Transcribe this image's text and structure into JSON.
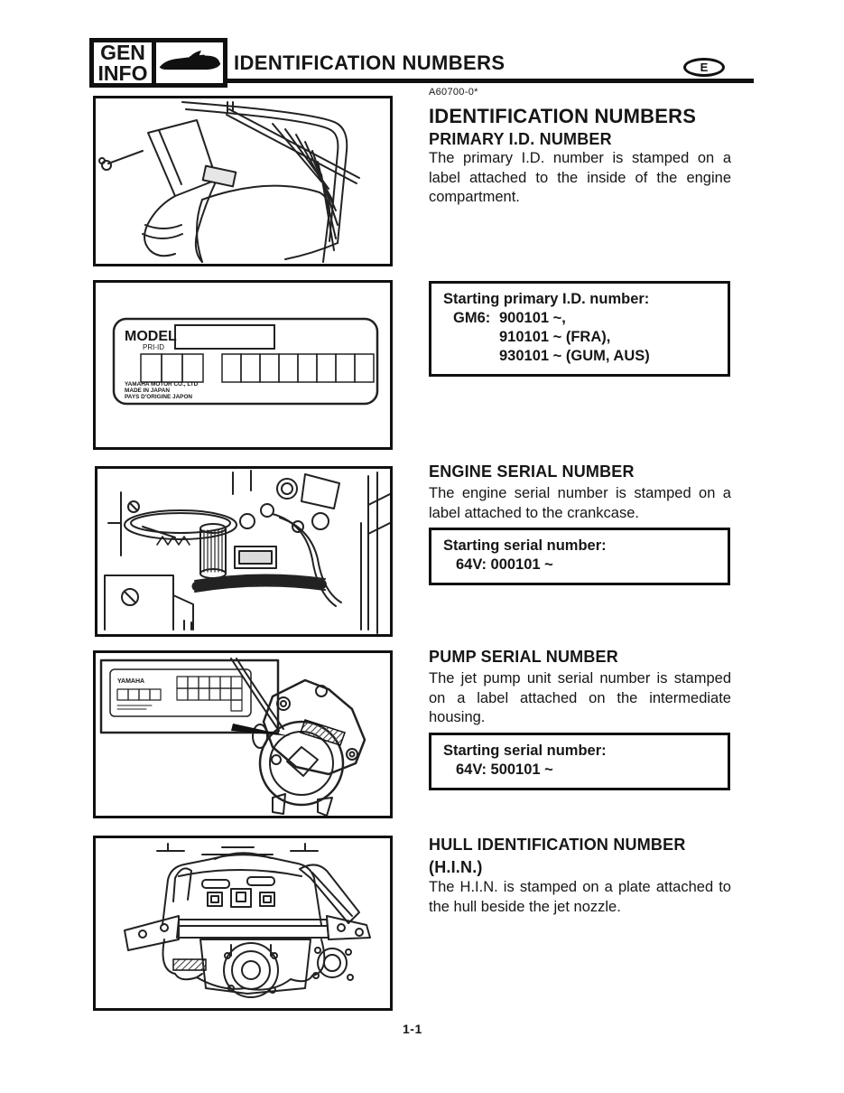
{
  "header": {
    "tab_line1": "GEN",
    "tab_line2": "INFO",
    "title": "IDENTIFICATION NUMBERS",
    "lang_badge": "E"
  },
  "meta": {
    "code": "A60700-0*",
    "page_number": "1-1"
  },
  "content": {
    "main_heading": "IDENTIFICATION NUMBERS",
    "primary": {
      "heading": "PRIMARY I.D. NUMBER",
      "body": "The primary I.D. number is stamped on a label attached to the inside of the engine compartment.",
      "box_title": "Starting primary I.D. number:",
      "box_prefix": "GM6:",
      "box_lines": [
        "900101 ~,",
        "910101 ~ (FRA),",
        "930101 ~ (GUM, AUS)"
      ]
    },
    "engine": {
      "heading": "ENGINE SERIAL NUMBER",
      "body": "The engine serial number is stamped on a label attached to the crankcase.",
      "box_title": "Starting serial number:",
      "box_value": "64V: 000101 ~"
    },
    "pump": {
      "heading": "PUMP SERIAL NUMBER",
      "body": "The jet pump unit serial number is stamped on a label attached on the intermediate housing.",
      "box_title": "Starting serial number:",
      "box_value": "64V: 500101 ~"
    },
    "hull": {
      "heading_line1": "HULL IDENTIFICATION NUMBER",
      "heading_line2": "(H.I.N.)",
      "body": "The H.I.N. is stamped on a plate attached to the hull beside the jet nozzle."
    }
  },
  "figures": {
    "label_fig": {
      "model_label": "MODEL",
      "pri_id_label": "PRI-ID",
      "footer_line1": "YAMAHA MOTOR CO., LTD",
      "footer_line2": "MADE IN JAPAN",
      "footer_line3": "PAYS D'ORIGINE JAPON"
    },
    "pump_fig": {
      "brand": "YAMAHA"
    }
  },
  "colors": {
    "ink": "#161616",
    "paper": "#ffffff"
  }
}
